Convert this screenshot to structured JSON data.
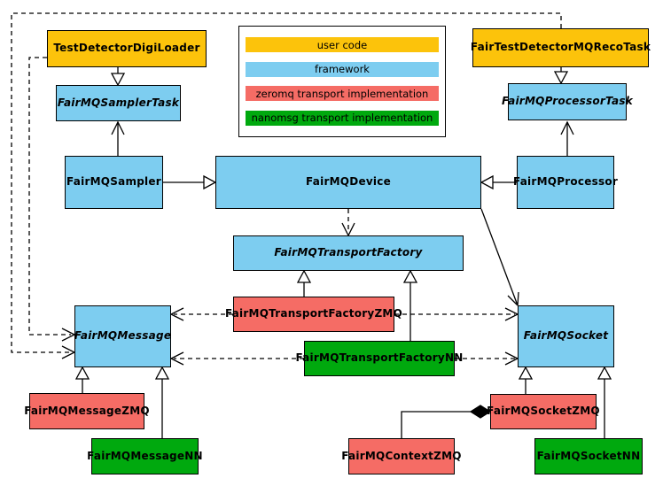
{
  "title": "FairMQ class diagram",
  "colors": {
    "user_code": "#fcc30b",
    "framework": "#7dcdf0",
    "zeromq": "#f56c65",
    "nanomsg": "#00a90e",
    "line": "#000000",
    "background": "#ffffff"
  },
  "legend": {
    "items": [
      {
        "label": "user code",
        "color": "#fcc30b"
      },
      {
        "label": "framework",
        "color": "#7dcdf0"
      },
      {
        "label": "zeromq transport implementation",
        "color": "#f56c65"
      },
      {
        "label": "nanomsg transport implementation",
        "color": "#00a90e"
      }
    ]
  },
  "nodes": {
    "test_detector_digi_loader": {
      "label": "TestDetectorDigiLoader",
      "category": "user_code",
      "abstract": false
    },
    "fair_test_detector_mq_reco_task": {
      "label": "FairTestDetectorMQRecoTask",
      "category": "user_code",
      "abstract": false
    },
    "fair_mq_sampler_task": {
      "label": "FairMQSamplerTask",
      "category": "framework",
      "abstract": true
    },
    "fair_mq_processor_task": {
      "label": "FairMQProcessorTask",
      "category": "framework",
      "abstract": true
    },
    "fair_mq_sampler": {
      "label": "FairMQSampler",
      "category": "framework",
      "abstract": false
    },
    "fair_mq_device": {
      "label": "FairMQDevice",
      "category": "framework",
      "abstract": false
    },
    "fair_mq_processor": {
      "label": "FairMQProcessor",
      "category": "framework",
      "abstract": false
    },
    "fair_mq_transport_factory": {
      "label": "FairMQTransportFactory",
      "category": "framework",
      "abstract": true
    },
    "fair_mq_transport_factory_zmq": {
      "label": "FairMQTransportFactoryZMQ",
      "category": "zeromq",
      "abstract": false
    },
    "fair_mq_transport_factory_nn": {
      "label": "FairMQTransportFactoryNN",
      "category": "nanomsg",
      "abstract": false
    },
    "fair_mq_message": {
      "label": "FairMQMessage",
      "category": "framework",
      "abstract": true
    },
    "fair_mq_socket": {
      "label": "FairMQSocket",
      "category": "framework",
      "abstract": true
    },
    "fair_mq_message_zmq": {
      "label": "FairMQMessageZMQ",
      "category": "zeromq",
      "abstract": false
    },
    "fair_mq_message_nn": {
      "label": "FairMQMessageNN",
      "category": "nanomsg",
      "abstract": false
    },
    "fair_mq_context_zmq": {
      "label": "FairMQContextZMQ",
      "category": "zeromq",
      "abstract": false
    },
    "fair_mq_socket_zmq": {
      "label": "FairMQSocketZMQ",
      "category": "zeromq",
      "abstract": false
    },
    "fair_mq_socket_nn": {
      "label": "FairMQSocketNN",
      "category": "nanomsg",
      "abstract": false
    }
  },
  "edges": [
    {
      "from": "TestDetectorDigiLoader",
      "to": "FairMQSamplerTask",
      "type": "inheritance"
    },
    {
      "from": "FairTestDetectorMQRecoTask",
      "to": "FairMQProcessorTask",
      "type": "inheritance"
    },
    {
      "from": "FairMQSampler",
      "to": "FairMQDevice",
      "type": "inheritance"
    },
    {
      "from": "FairMQProcessor",
      "to": "FairMQDevice",
      "type": "inheritance"
    },
    {
      "from": "FairMQSampler",
      "to": "FairMQSamplerTask",
      "type": "association"
    },
    {
      "from": "FairMQProcessor",
      "to": "FairMQProcessorTask",
      "type": "association"
    },
    {
      "from": "FairMQDevice",
      "to": "FairMQTransportFactory",
      "type": "dependency-dashed"
    },
    {
      "from": "FairMQDevice",
      "to": "FairMQSocket",
      "type": "association"
    },
    {
      "from": "FairMQTransportFactoryZMQ",
      "to": "FairMQTransportFactory",
      "type": "inheritance"
    },
    {
      "from": "FairMQTransportFactoryNN",
      "to": "FairMQTransportFactory",
      "type": "inheritance"
    },
    {
      "from": "FairMQTransportFactoryZMQ",
      "to": "FairMQMessage",
      "type": "dependency-dashed"
    },
    {
      "from": "FairMQTransportFactoryZMQ",
      "to": "FairMQSocket",
      "type": "dependency-dashed"
    },
    {
      "from": "FairMQTransportFactoryNN",
      "to": "FairMQMessage",
      "type": "dependency-dashed"
    },
    {
      "from": "FairMQTransportFactoryNN",
      "to": "FairMQSocket",
      "type": "dependency-dashed"
    },
    {
      "from": "TestDetectorDigiLoader",
      "to": "FairMQMessage",
      "type": "dependency-dashed"
    },
    {
      "from": "FairTestDetectorMQRecoTask",
      "to": "FairMQMessage",
      "type": "dependency-dashed"
    },
    {
      "from": "FairMQMessageZMQ",
      "to": "FairMQMessage",
      "type": "inheritance"
    },
    {
      "from": "FairMQMessageNN",
      "to": "FairMQMessage",
      "type": "inheritance"
    },
    {
      "from": "FairMQSocketZMQ",
      "to": "FairMQSocket",
      "type": "inheritance"
    },
    {
      "from": "FairMQSocketNN",
      "to": "FairMQSocket",
      "type": "inheritance"
    },
    {
      "from": "FairMQSocketZMQ",
      "to": "FairMQContextZMQ",
      "type": "composition"
    }
  ]
}
